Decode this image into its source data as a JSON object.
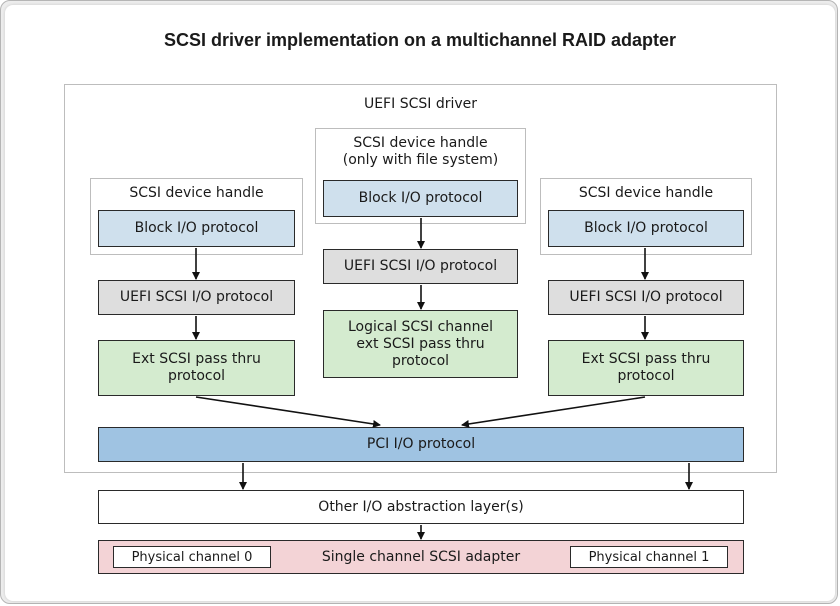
{
  "title": "SCSI driver implementation on a multichannel RAID adapter",
  "driver": {
    "label": "UEFI SCSI driver",
    "left": {
      "handle": "SCSI device handle",
      "block_io": "Block I/O protocol",
      "scsi_io": "UEFI SCSI I/O protocol",
      "pass_thru": "Ext SCSI pass thru\nprotocol"
    },
    "center": {
      "handle": "SCSI device handle\n(only with file system)",
      "block_io": "Block I/O protocol",
      "scsi_io": "UEFI SCSI I/O protocol",
      "pass_thru": "Logical SCSI channel\next SCSI pass thru\nprotocol"
    },
    "right": {
      "handle": "SCSI device handle",
      "block_io": "Block I/O protocol",
      "scsi_io": "UEFI SCSI I/O protocol",
      "pass_thru": "Ext SCSI pass thru\nprotocol"
    },
    "pci_io": "PCI I/O protocol"
  },
  "abstraction_layer": "Other I/O abstraction layer(s)",
  "adapter": {
    "label": "Single channel SCSI adapter",
    "channel_0": "Physical channel 0",
    "channel_1": "Physical channel 1"
  },
  "colors": {
    "block_io": "#cfe0ed",
    "scsi_io": "#dedede",
    "pass_thru": "#d4ebcf",
    "pci_io": "#9fc3e2",
    "adapter": "#f3d3d6"
  }
}
